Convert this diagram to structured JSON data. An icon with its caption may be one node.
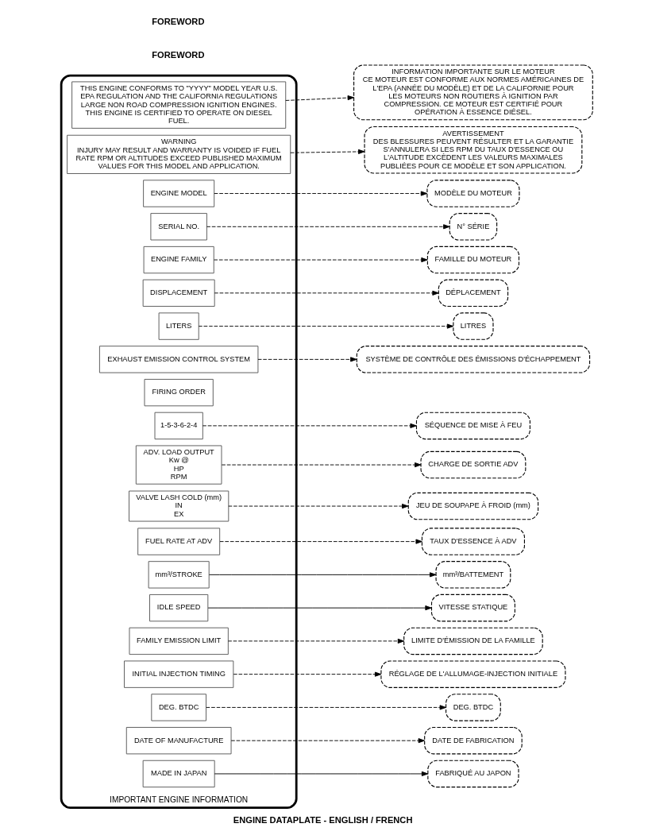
{
  "diagram": {
    "caption": "ENGINE DATAPLATE - ENGLISH / FRENCH",
    "nodes": [
      {
        "text": [
          "IMPORTANT ENGINE INFORMATION"
        ]
      },
      {
        "text": [
          "THIS ENGINE CONFORMS TO \"YYYY\" MODEL YEAR U.S. EPA REGULATION AND THE CALIFORNIA REGULATIONS LARGE NON ROAD COMPRESSION IGNITION ENGINES. THIS ENGINE IS CERTIFIED TO OPERATE ON DIESEL FUEL."
        ],
        "in": 0
      },
      {
        "text": [
          "WARNING",
          "INJURY MAY RESULT AND WARRANTY IS VOIDED IF FUEL RATE RPM OR ALTITUDES EXCEED PUBLISHED MAXIMUM VALUES FOR THIS MODEL AND APPLICATION."
        ],
        "in": 0
      },
      {
        "text": [
          "ENGINE MODEL"
        ],
        "in": 0
      },
      {
        "text": [
          "SERIAL NO."
        ],
        "in": 0
      },
      {
        "text": [
          "ENGINE FAMILY"
        ],
        "in": 0
      },
      {
        "text": [
          "DISPLACEMENT"
        ],
        "in": 0
      },
      {
        "text": [
          "LITERS"
        ],
        "in": 0
      },
      {
        "text": [
          "EXHAUST EMISSION CONTROL SYSTEM"
        ],
        "in": 0
      },
      {
        "text": [
          "FIRING ORDER"
        ],
        "in": 0
      },
      {
        "text": [
          "1-5-3-6-2-4"
        ],
        "in": 0
      },
      {
        "text": [
          "ADV. LOAD OUTPUT",
          "Kw @",
          "HP",
          "RPM"
        ],
        "in": 0
      },
      {
        "text": [
          "VALVE LASH COLD (mm)",
          "IN",
          "EX"
        ],
        "in": 0
      },
      {
        "text": [
          "FUEL RATE AT ADV"
        ],
        "in": 0
      },
      {
        "text": [
          "mm³/STROKE"
        ],
        "in": 0
      },
      {
        "text": [
          "IDLE SPEED"
        ],
        "in": 0
      },
      {
        "text": [
          "FAMILY EMISSION LIMIT"
        ],
        "in": 0
      },
      {
        "text": [
          "INITIAL INJECTION TIMING"
        ],
        "in": 0
      },
      {
        "text": [
          "DEG. BTDC"
        ],
        "in": 0
      },
      {
        "text": [
          "DATE OF MANUFACTURE"
        ],
        "in": 0
      },
      {
        "text": [
          "MADE IN JAPAN"
        ],
        "in": 0
      },
      {
        "text": [
          "AVERTISSEMENT",
          "DES BLESSURES PEUVENT RÉSULTER ET LA GARANTIE S'ANNULERA SI LES RPM DU TAUX D'ESSENCE OU L'ALTITUDE EXCÈDENT LES VALEURS MAXIMALES PUBLIÉES POUR CE MODÈLE ET SON APPLICATION."
        ]
      },
      {
        "text": [
          "INFORMATION IMPORTANTE SUR LE MOTEUR",
          "CE MOTEUR EST CONFORME AUX NORMES AMÉRICAINES DE L'EPA (ANNÉE DU MODÈLE) ET DE LA CALIFORNIE POUR LES MOTEURS NON ROUTIERS À IGNITION PAR COMPRESSION. CE MOTEUR EST CERTIFIÉ POUR OPÉRATION À ESSENCE DIÉSEL."
        ]
      },
      {
        "text": [
          "N° SÉRIE"
        ]
      },
      {
        "text": [
          "DÉPLACEMENT"
        ]
      },
      {
        "text": [
          "LITRES"
        ]
      },
      {
        "text": [
          "SÉQUENCE DE MISE À FEU"
        ]
      },
      {
        "text": [
          "mm³/BATTEMENT"
        ]
      },
      {
        "text": [
          "TAUX D'ESSENCE À ADV"
        ]
      },
      {
        "text": [
          "LIMITE D'ÉMISSION DE LA FAMILLE"
        ]
      },
      {
        "text": [
          "DATE DE FABRICATION"
        ]
      },
      {
        "text": [
          "MODÈLE DU MOTEUR"
        ]
      },
      {
        "text": [
          "FAMILLE DU MOTEUR"
        ]
      },
      {
        "text": [
          "SYSTÈME DE CONTRÔLE DES ÉMISSIONS D'ÉCHAPPEMENT"
        ]
      },
      {
        "text": [
          "CHARGE DE SORTIE ADV"
        ]
      },
      {
        "text": [
          "JEU DE SOUPAPE À FROID (mm)"
        ]
      },
      {
        "text": [
          "VITESSE STATIQUE"
        ]
      },
      {
        "text": [
          "RÉGLAGE DE L'ALLUMAGE-INJECTION INITIALE"
        ]
      },
      {
        "text": [
          "DEG. BTDC"
        ]
      },
      {
        "text": [
          "FABRIQUÉ AU JAPON"
        ]
      }
    ],
    "edges": [
      {
        "from": 2,
        "to": 21,
        "arrow": "to",
        "style": "dashed"
      },
      {
        "from": 1,
        "to": 22,
        "arrow": "to",
        "style": "dashed"
      },
      {
        "from": 4,
        "to": 23,
        "arrow": "to",
        "style": "dashed"
      },
      {
        "from": 6,
        "to": 24,
        "arrow": "to",
        "style": "dashed"
      },
      {
        "from": 7,
        "to": 25,
        "arrow": "to",
        "style": "dashed"
      },
      {
        "from": 10,
        "to": 26,
        "arrow": "to",
        "style": "dashed"
      },
      {
        "from": 14,
        "to": 27,
        "arrow": "to"
      },
      {
        "from": 13,
        "to": 28,
        "arrow": "to",
        "style": "dashed"
      },
      {
        "from": 16,
        "to": 29,
        "arrow": "to",
        "style": "dashed"
      },
      {
        "from": 19,
        "to": 30,
        "arrow": "to",
        "style": "dashed"
      },
      {
        "from": 3,
        "to": 31,
        "arrow": "to",
        "style": "dashed"
      },
      {
        "from": 5,
        "to": 32,
        "arrow": "to",
        "style": "dashed"
      },
      {
        "from": 8,
        "to": 33,
        "arrow": "to",
        "style": "dashed"
      },
      {
        "from": 11,
        "to": 34,
        "arrow": "to",
        "style": "dashed"
      },
      {
        "from": 12,
        "to": 35,
        "arrow": "to",
        "style": "dashed"
      },
      {
        "from": 15,
        "to": 36,
        "arrow": "to"
      },
      {
        "from": 17,
        "to": 37,
        "arrow": "to",
        "style": "dashed"
      },
      {
        "from": 18,
        "to": 38,
        "arrow": "to",
        "style": "dashed"
      },
      {
        "from": 20,
        "to": 39,
        "arrow": "to"
      }
    ],
    "labels": [
      "FOREWORD",
      "FOREWORD"
    ]
  }
}
